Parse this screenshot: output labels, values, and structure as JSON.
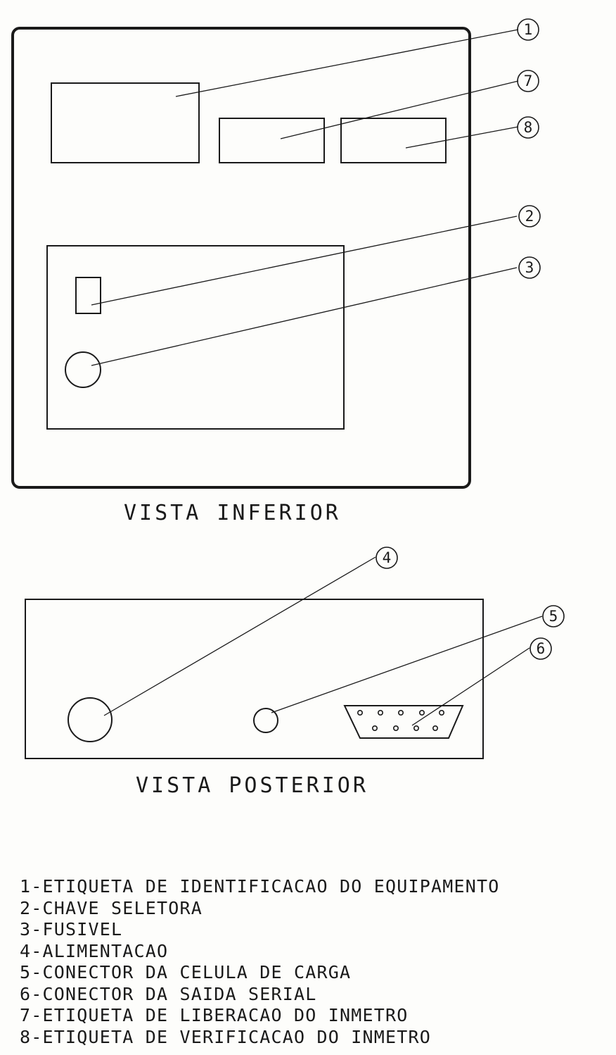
{
  "views": {
    "inferior": {
      "title": "VISTA INFERIOR",
      "callouts": [
        "1",
        "7",
        "8",
        "2",
        "3"
      ]
    },
    "posterior": {
      "title": "VISTA POSTERIOR",
      "callouts": [
        "4",
        "5",
        "6"
      ]
    }
  },
  "legend": [
    "1-ETIQUETA DE IDENTIFICACAO DO EQUIPAMENTO",
    "2-CHAVE SELETORA",
    "3-FUSIVEL",
    "4-ALIMENTACAO",
    "5-CONECTOR DA CELULA DE CARGA",
    "6-CONECTOR DA SAIDA SERIAL",
    "7-ETIQUETA DE LIBERACAO DO INMETRO",
    "8-ETIQUETA DE VERIFICACAO DO INMETRO"
  ]
}
